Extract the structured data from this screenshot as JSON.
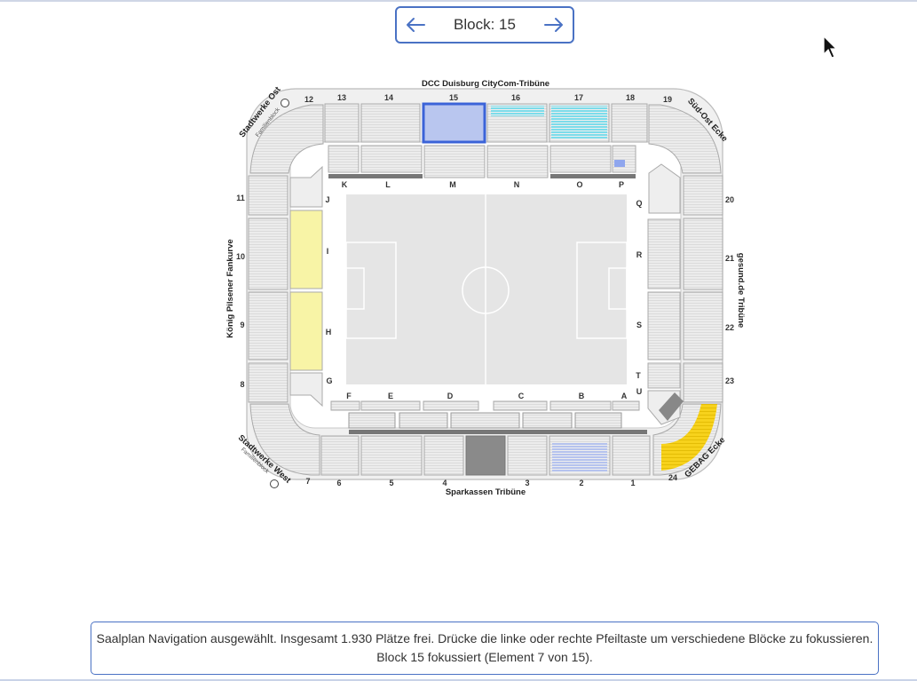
{
  "nav": {
    "prev_icon": "arrow-left-icon",
    "next_icon": "arrow-right-icon",
    "block_label": "Block: 15",
    "accent": "#4a72c4"
  },
  "stadium": {
    "stands": {
      "north": "DCC Duisburg CityCom-Tribüne",
      "south": "Sparkassen Tribüne",
      "west": "König Pilsener Fankurve",
      "east": "gesund.de Tribüne",
      "northwest": "Stadtwerke Ost",
      "northwest_sub": "Familienblock",
      "southwest": "Stadtwerke West",
      "southwest_sub": "Familienblock",
      "northeast": "Süd-Ost Ecke",
      "southeast": "GEBAG Ecke"
    },
    "block_numbers": {
      "b12": "12",
      "b13": "13",
      "b14": "14",
      "b15": "15",
      "b16": "16",
      "b17": "17",
      "b18": "18",
      "b19": "19",
      "b11": "11",
      "b10": "10",
      "b9": "9",
      "b8": "8",
      "b20": "20",
      "b21": "21",
      "b22": "22",
      "b23": "23",
      "b7": "7",
      "b6": "6",
      "b5": "5",
      "b4": "4",
      "b3": "3",
      "b2": "2",
      "b1": "1",
      "b24": "24"
    },
    "inner_letters": {
      "K": "K",
      "L": "L",
      "M": "M",
      "N": "N",
      "O": "O",
      "P": "P",
      "J": "J",
      "I": "I",
      "H": "H",
      "G": "G",
      "Q": "Q",
      "R": "R",
      "S": "S",
      "T": "T",
      "U": "U",
      "F": "F",
      "E": "E",
      "D": "D",
      "C": "C",
      "B": "B",
      "A": "A"
    },
    "selected_block": "15",
    "colors": {
      "selected": "#3b63d8",
      "available_blue": "#8fa6ee",
      "available_cyan": "#3fd3e8",
      "available_yellow": "#f7d21c",
      "guest_yellow": "#f8f4a6",
      "block_gray": "#e6e6e6",
      "pitch": "#e5e5e5"
    }
  },
  "announcement": {
    "line1": "Saalplan Navigation ausgewählt. Insgesamt 1.930 Plätze frei. Drücke die linke oder rechte Pfeiltaste um verschiedene Blöcke zu fokussieren.",
    "line2": "Block 15 fokussiert (Element 7 von 15)."
  }
}
